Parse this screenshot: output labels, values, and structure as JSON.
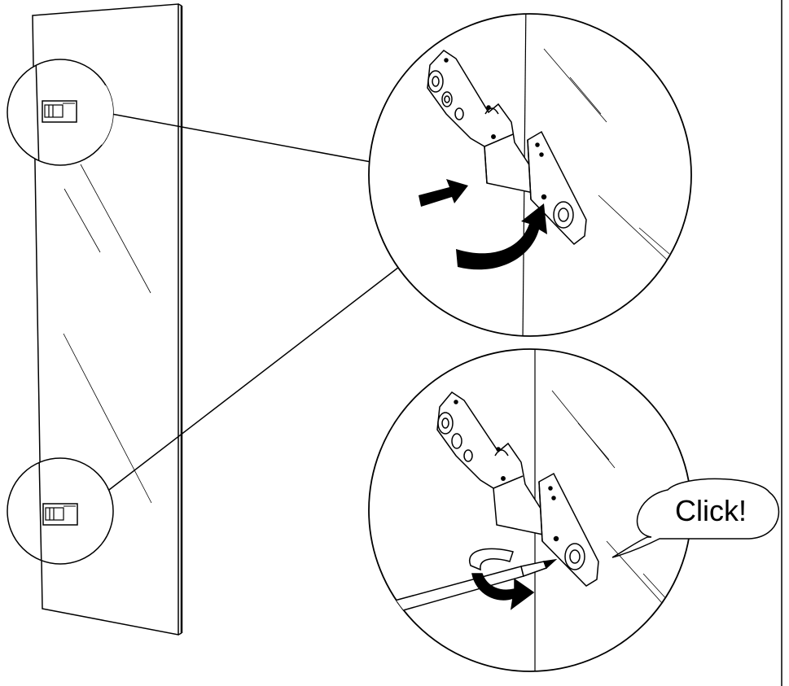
{
  "diagram": {
    "callout": {
      "text": "Click!"
    },
    "colors": {
      "ink": "#000000",
      "paper": "#ffffff",
      "hinge_fill": "#ffffff"
    },
    "icons": [
      "glass-door-panel",
      "hinge-detail-circle",
      "push-arrow-icon",
      "rotate-arrow-icon",
      "screwdriver-icon",
      "turn-arrow-icon",
      "speech-bubble"
    ]
  }
}
